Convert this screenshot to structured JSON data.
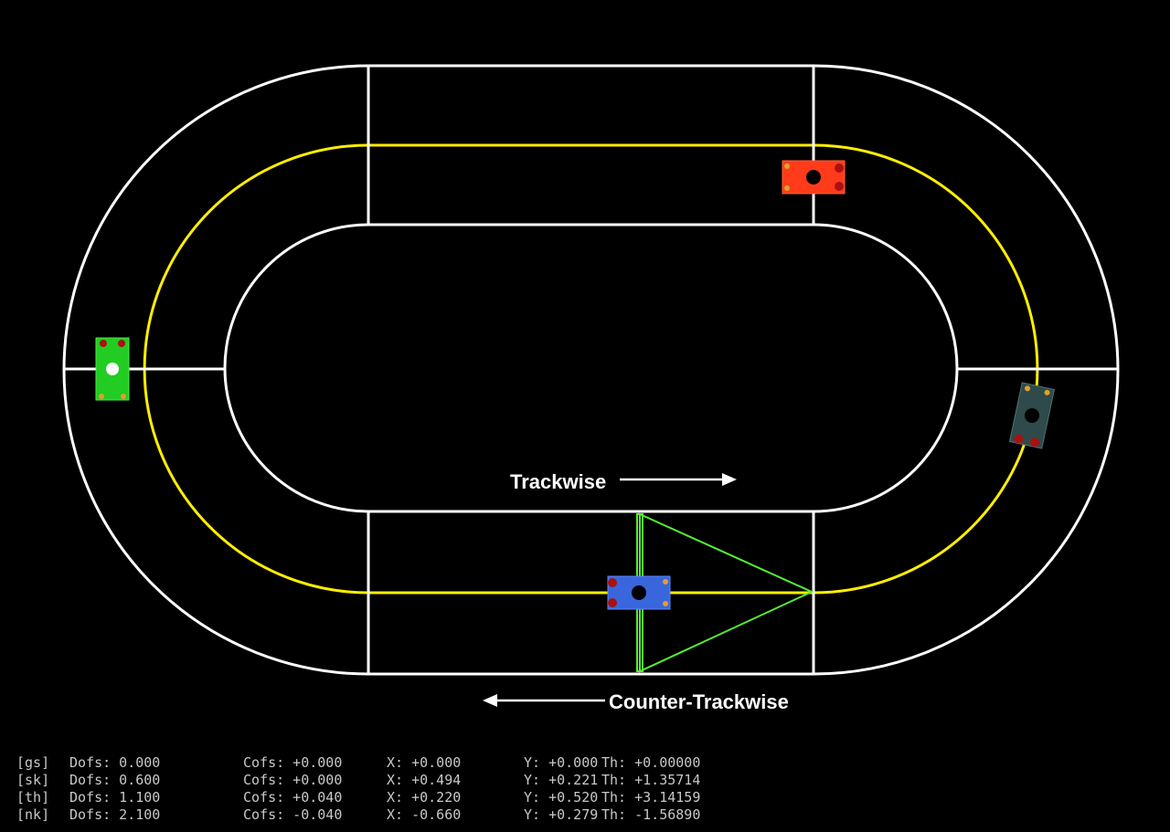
{
  "labels": {
    "trackwise": "Trackwise",
    "counter_trackwise": "Counter-Trackwise"
  },
  "colors": {
    "background": "#000000",
    "track_line": "#ffffff",
    "lane_center": "#ffee00",
    "selection": "#55ee33",
    "readout_text": "#c8c8c8"
  },
  "cars": [
    {
      "id": "gs",
      "color": "#22cc22",
      "hub": "#ffffff",
      "heading": "+0.00000"
    },
    {
      "id": "sk",
      "color": "#2e4a4a",
      "hub": "#000000",
      "heading": "+1.35714"
    },
    {
      "id": "th",
      "color": "#ff3b1a",
      "hub": "#000000",
      "heading": "+3.14159"
    },
    {
      "id": "nk",
      "color": "#3a66dd",
      "hub": "#000000",
      "heading": "-1.56890",
      "selected": true
    }
  ],
  "readout": {
    "rows": [
      {
        "tag": "[gs]",
        "dofs": "Dofs: 0.000",
        "cofs": "Cofs: +0.000",
        "x": "X: +0.000",
        "y": "Y: +0.000",
        "th": "Th: +0.00000"
      },
      {
        "tag": "[sk]",
        "dofs": "Dofs: 0.600",
        "cofs": "Cofs: +0.000",
        "x": "X: +0.494",
        "y": "Y: +0.221",
        "th": "Th: +1.35714"
      },
      {
        "tag": "[th]",
        "dofs": "Dofs: 1.100",
        "cofs": "Cofs: +0.040",
        "x": "X: +0.220",
        "y": "Y: +0.520",
        "th": "Th: +3.14159"
      },
      {
        "tag": "[nk]",
        "dofs": "Dofs: 2.100",
        "cofs": "Cofs: -0.040",
        "x": "X: -0.660",
        "y": "Y: +0.279",
        "th": "Th: -1.56890"
      }
    ]
  }
}
